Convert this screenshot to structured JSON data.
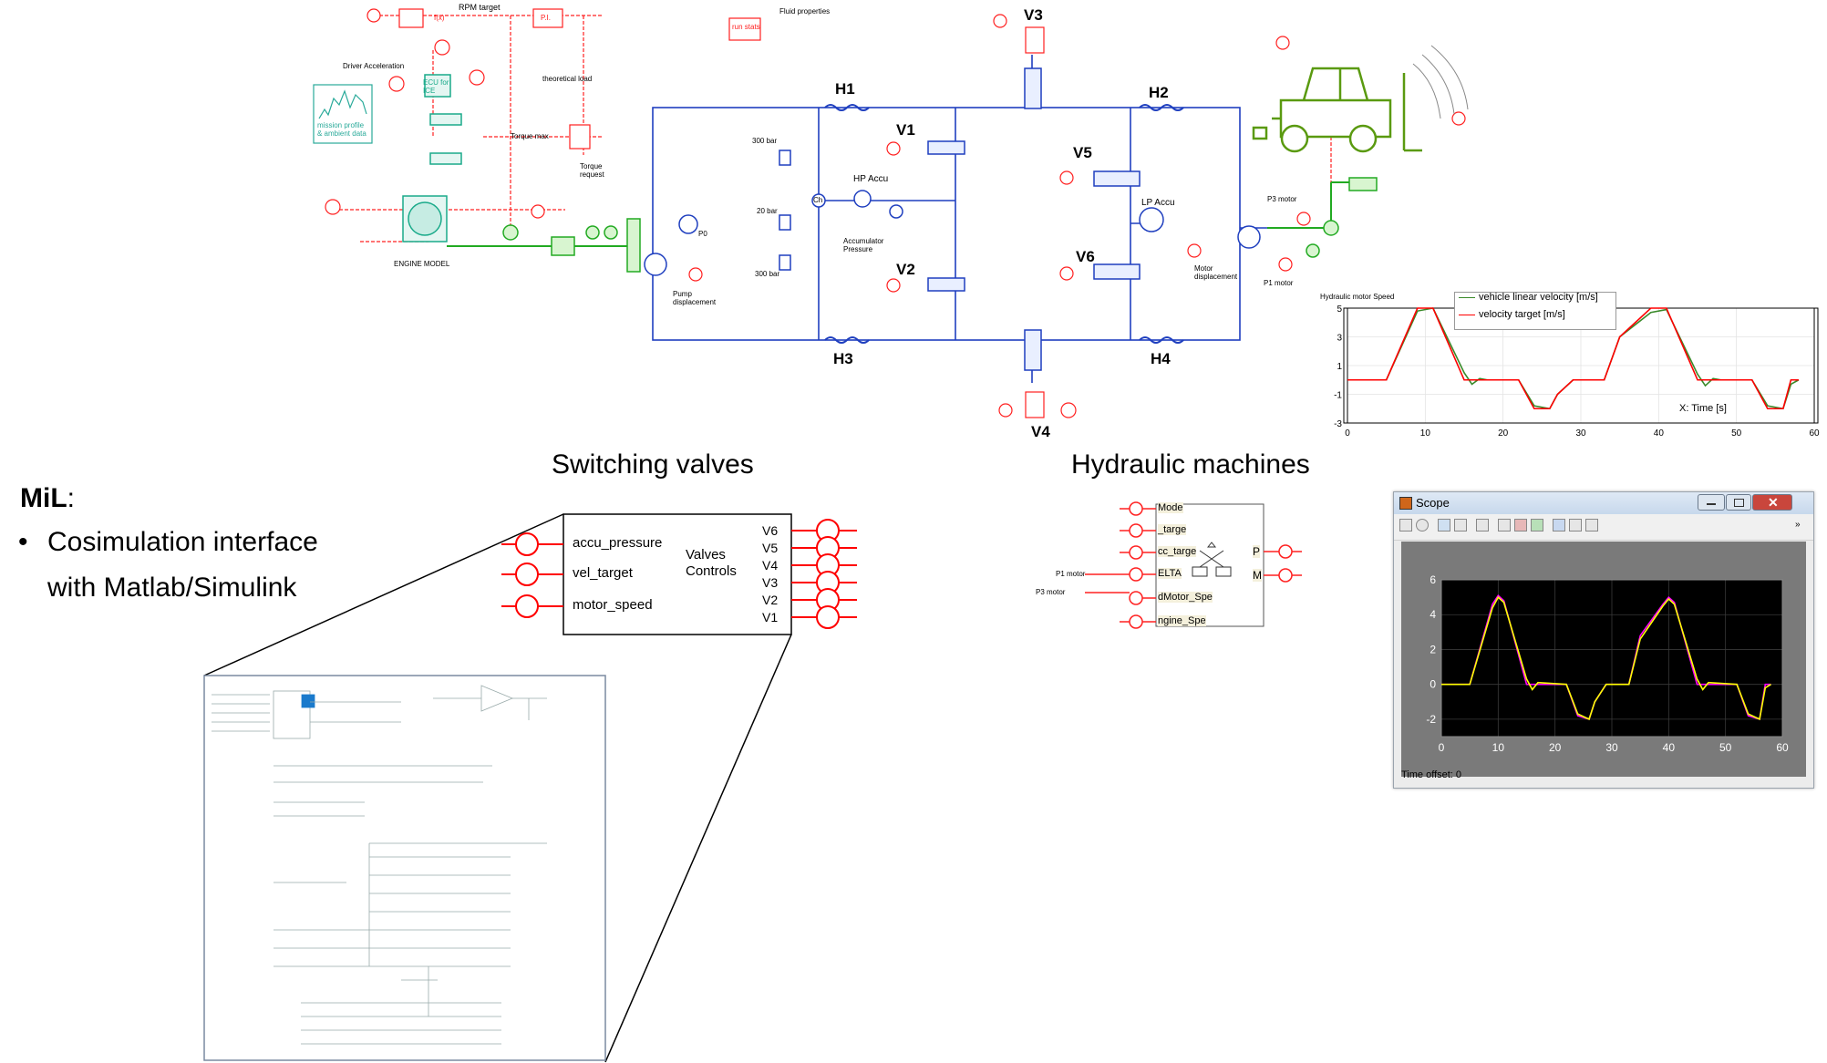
{
  "sections": {
    "switching_valves": "Switching valves",
    "hydraulic_machines": "Hydraulic machines"
  },
  "mil": {
    "title": "MiL",
    "colon": ":",
    "bullet": "•",
    "line1": "Cosimulation interface",
    "line2": "with Matlab/Simulink"
  },
  "circuit": {
    "rpm_target": "RPM target",
    "run_stats": "run stats",
    "fluid_properties": "Fluid properties",
    "driver_acceleration": "Driver Acceleration",
    "ecu": "ECU for ICE",
    "theoretical_load": "theoretical load",
    "torque_max": "Torque max",
    "torque_request": "Torque request",
    "mission_profile": "mission profile & ambient data",
    "engine_model": "ENGINE MODEL",
    "pump_displacement": "Pump displacement",
    "p0": "P0",
    "bar300a": "300 bar",
    "bar20": "20 bar",
    "bar300b": "300 bar",
    "hp_accu": "HP Accu",
    "accumulator_pressure": "Accumulator Pressure",
    "lp_accu": "LP Accu",
    "motor_displacement": "Motor displacement",
    "p3_motor": "P3 motor",
    "p1_motor": "P1 motor",
    "hydraulic_motor_speed": "Hydraulic motor Speed",
    "h1": "H1",
    "h2": "H2",
    "h3": "H3",
    "h4": "H4",
    "v1": "V1",
    "v2": "V2",
    "v3": "V3",
    "v4": "V4",
    "v5": "V5",
    "v6": "V6",
    "f1": "f(x)",
    "f2": "P.I.",
    "ch": "Ch"
  },
  "valves_block": {
    "inputs": [
      "accu_pressure",
      "vel_target",
      "motor_speed"
    ],
    "title": "Valves Controls",
    "outputs": [
      "V6",
      "V5",
      "V4",
      "V3",
      "V2",
      "V1"
    ]
  },
  "machines_block": {
    "inputs": [
      "Mode",
      "_targe",
      "cc_targe",
      "ELTA",
      "dMotor_Spe",
      "ngine_Spe"
    ],
    "outputs": [
      "P",
      "M"
    ],
    "p1_motor": "P1 motor",
    "p3_motor": "P3 motor"
  },
  "chart_data": [
    {
      "type": "line",
      "title": "",
      "xlabel": "X: Time [s]",
      "ylabel": "",
      "xlim": [
        0,
        60
      ],
      "ylim": [
        -3,
        5
      ],
      "x_ticks": [
        0,
        10,
        20,
        30,
        40,
        50,
        60
      ],
      "y_ticks": [
        -3,
        -1,
        1,
        3,
        5
      ],
      "grid": true,
      "legend_position": "top-right",
      "colors": {
        "vehicle": "#3a8a2a",
        "target": "#ff0000"
      },
      "series": [
        {
          "name": "vehicle linear velocity [m/s]",
          "x": [
            0,
            5,
            6,
            9,
            11,
            15,
            16,
            17,
            18,
            22,
            24,
            26,
            27,
            29,
            33,
            35,
            39,
            41,
            45,
            46,
            47,
            48,
            52,
            54,
            56,
            57,
            58
          ],
          "y": [
            0,
            0,
            1.2,
            4.8,
            5,
            0.5,
            -0.3,
            0.1,
            0,
            0,
            -1.8,
            -2,
            -1,
            0,
            0,
            3,
            4.7,
            4.9,
            0.4,
            -0.4,
            0.1,
            0,
            0,
            -1.8,
            -2,
            -0.3,
            0
          ]
        },
        {
          "name": "velocity target [m/s]",
          "x": [
            0,
            5,
            9,
            11,
            15,
            16,
            22,
            24,
            26,
            27,
            29,
            33,
            35,
            39,
            41,
            45,
            46,
            52,
            54,
            56,
            57,
            58
          ],
          "y": [
            0,
            0,
            5,
            5,
            0,
            0,
            0,
            -2,
            -2,
            -1,
            0,
            0,
            3,
            5,
            5,
            0,
            0,
            0,
            -2,
            -2,
            0,
            0
          ]
        }
      ]
    },
    {
      "type": "line",
      "title": "Scope",
      "xlabel": "",
      "ylabel": "",
      "xlim": [
        0,
        60
      ],
      "ylim": [
        -3,
        6
      ],
      "x_ticks": [
        0,
        10,
        20,
        30,
        40,
        50,
        60
      ],
      "y_ticks": [
        -2,
        0,
        2,
        4,
        6
      ],
      "grid": true,
      "time_offset": "Time offset:  0",
      "colors": {
        "s1": "#ff00ff",
        "s2": "#ffff00"
      },
      "series": [
        {
          "x": [
            0,
            5,
            9,
            10,
            11,
            15,
            16,
            22,
            24,
            26,
            27,
            29,
            33,
            35,
            39,
            40,
            41,
            45,
            46,
            52,
            54,
            56,
            57,
            58
          ],
          "y": [
            0,
            0,
            4.6,
            5.1,
            4.8,
            0,
            0,
            0,
            -1.8,
            -2,
            -1,
            0,
            0,
            2.8,
            4.6,
            5,
            4.7,
            0,
            0,
            0,
            -1.8,
            -2,
            0,
            0
          ]
        },
        {
          "x": [
            0,
            5,
            9,
            10,
            11,
            15,
            16,
            17,
            22,
            24,
            26,
            27,
            29,
            33,
            35,
            39,
            40,
            41,
            45,
            46,
            47,
            52,
            54,
            56,
            57,
            58
          ],
          "y": [
            0,
            0,
            4.4,
            5,
            4.7,
            0.3,
            -0.3,
            0.1,
            0,
            -1.7,
            -2,
            -1,
            0,
            0,
            2.6,
            4.5,
            4.9,
            4.6,
            0.3,
            -0.3,
            0.1,
            0,
            -1.7,
            -2,
            -0.2,
            0
          ]
        }
      ]
    }
  ]
}
